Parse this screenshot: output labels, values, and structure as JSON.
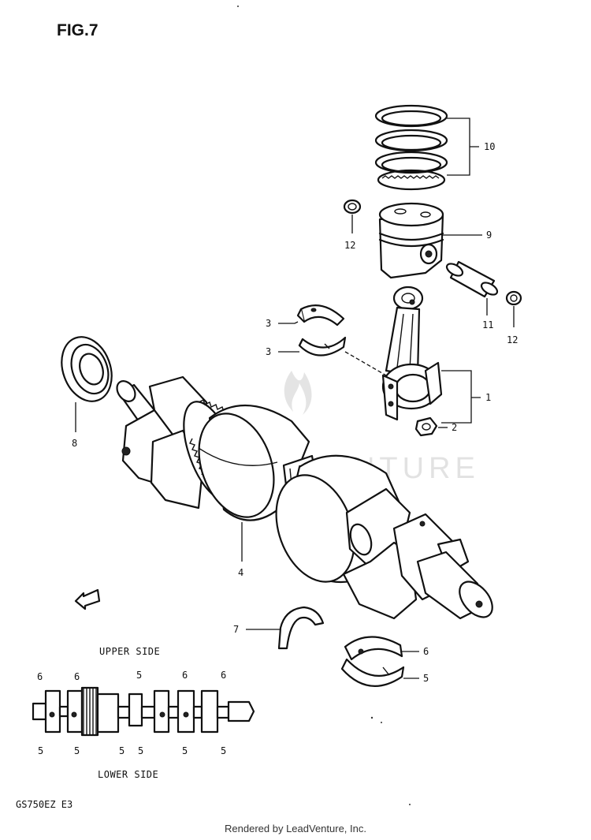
{
  "figure": {
    "title": "FIG.7",
    "model": "GS750EZ E3",
    "upper_side_label": "UPPER SIDE",
    "lower_side_label": "LOWER SIDE",
    "watermark": "LEADVENTURE"
  },
  "callouts": {
    "c1": "1",
    "c2": "2",
    "c3a": "3",
    "c3b": "3",
    "c4": "4",
    "c5": "5",
    "c6": "6",
    "c7": "7",
    "c8": "8",
    "c9": "9",
    "c10": "10",
    "c11": "11",
    "c12a": "12",
    "c12b": "12"
  },
  "schematic": {
    "upper": [
      "6",
      "6",
      "5",
      "6",
      "6"
    ],
    "lower": [
      "5",
      "5",
      "5",
      "5",
      "5",
      "5"
    ]
  },
  "footer": "Rendered by LeadVenture, Inc."
}
